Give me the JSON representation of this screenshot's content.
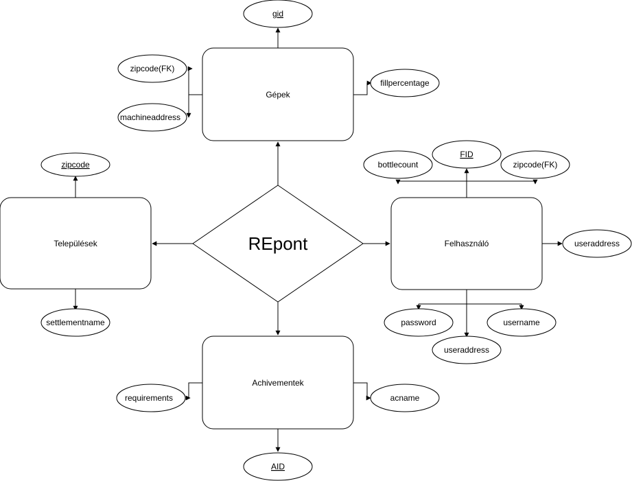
{
  "relationship": {
    "label": "REpont"
  },
  "entities": {
    "gepek": "Gépek",
    "telepulesek": "Települések",
    "felhasznalo": "Felhasználó",
    "achivementek": "Achivementek"
  },
  "attributes": {
    "gid": "gid",
    "gepek_zipcode_fk": "zipcode(FK)",
    "machineaddress": "machineaddress",
    "fillpercentage": "fillpercentage",
    "zipcode": "zipcode",
    "settlementname": "settlementname",
    "bottlecount": "bottlecount",
    "fid": "FID",
    "felh_zipcode_fk": "zipcode(FK)",
    "useraddress_right": "useraddress",
    "password": "password",
    "username": "username",
    "useraddress_bottom": "useraddress",
    "requirements": "requirements",
    "acname": "acname",
    "aid": "AID"
  },
  "colors": {
    "stroke": "#000000",
    "fill": "#ffffff"
  }
}
